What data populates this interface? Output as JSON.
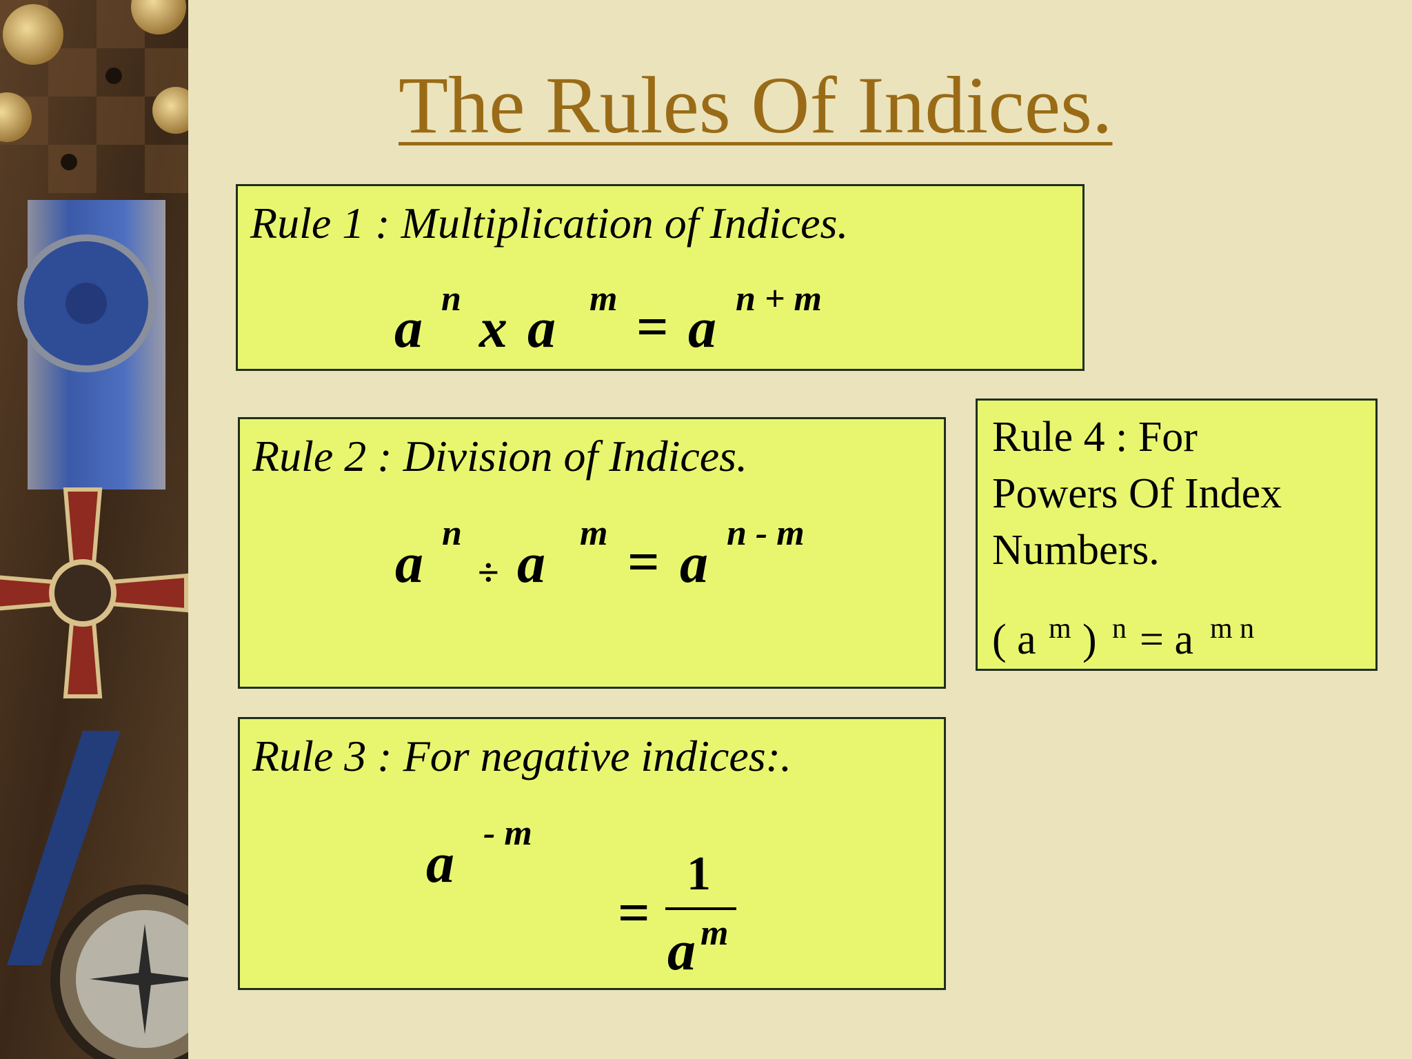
{
  "slide": {
    "title": "The Rules Of Indices.",
    "rule1": {
      "heading": "Rule 1 : Multiplication of Indices.",
      "base": "a",
      "exp_left": "n",
      "operator": "x",
      "exp_right": "m",
      "equals": "=",
      "exp_result": "n + m"
    },
    "rule2": {
      "heading": "Rule 2 : Division of Indices.",
      "base": "a",
      "exp_left": "n",
      "operator": "÷",
      "exp_right": "m",
      "equals": "=",
      "exp_result": "n - m"
    },
    "rule3": {
      "heading": "Rule 3 : For negative indices:.",
      "base": "a",
      "exp_neg": "- m",
      "equals": "=",
      "numerator": "1",
      "exp_den": "m"
    },
    "rule4": {
      "heading_line1": "Rule 4 : For",
      "heading_line2": "Powers Of Index",
      "heading_line3": "Numbers.",
      "open": "( a",
      "exp_inner": "m",
      "close": ")",
      "exp_outer": "n",
      "equals": "= a",
      "exp_result": "m n"
    },
    "colors": {
      "background": "#ebe3bb",
      "title": "#9a6b17",
      "box_fill": "#e8f66f",
      "box_border": "#1f2f1f"
    }
  }
}
